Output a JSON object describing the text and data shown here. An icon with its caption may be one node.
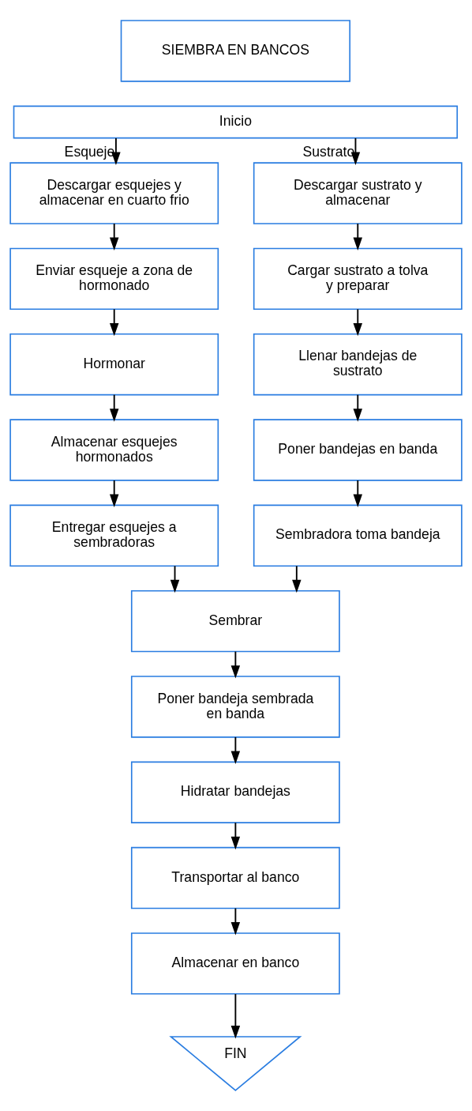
{
  "diagram": {
    "nodes": [
      {
        "text": [
          "SIEMBRA EN BANCOS"
        ]
      },
      {
        "text": [
          "Inicio"
        ]
      },
      {
        "text": [
          "Descargar esquejes y almacenar en cuarto frio"
        ]
      },
      {
        "text": [
          "Enviar esqueje a zona de hormonado"
        ]
      },
      {
        "text": [
          "Hormonar"
        ]
      },
      {
        "text": [
          "Almacenar esquejes hormonados"
        ]
      },
      {
        "text": [
          "Entregar esquejes a sembradoras"
        ]
      },
      {
        "text": [
          "Descargar sustrato y almacenar"
        ]
      },
      {
        "text": [
          "Cargar sustrato a tolva y preparar"
        ]
      },
      {
        "text": [
          "Llenar bandejas de sustrato"
        ]
      },
      {
        "text": [
          "Poner bandejas en banda"
        ]
      },
      {
        "text": [
          "Sembradora toma bandeja"
        ]
      },
      {
        "text": [
          "Sembrar"
        ]
      },
      {
        "text": [
          "Poner bandeja sembrada en banda"
        ]
      },
      {
        "text": [
          "Hidratar bandejas"
        ]
      },
      {
        "text": [
          "Transportar al banco"
        ]
      },
      {
        "text": [
          "Almacenar en banco"
        ]
      },
      {
        "text": [
          "FIN"
        ]
      }
    ],
    "edges": [
      {
        "from": 1,
        "to": 2,
        "arrow": "to",
        "label": "Esqueje"
      },
      {
        "from": 1,
        "to": 7,
        "arrow": "to",
        "label": "Sustrato"
      },
      {
        "from": 2,
        "to": 3,
        "arrow": "to"
      },
      {
        "from": 3,
        "to": 4,
        "arrow": "to"
      },
      {
        "from": 4,
        "to": 5,
        "arrow": "to"
      },
      {
        "from": 5,
        "to": 6,
        "arrow": "to"
      },
      {
        "from": 7,
        "to": 8,
        "arrow": "to"
      },
      {
        "from": 8,
        "to": 9,
        "arrow": "to"
      },
      {
        "from": 9,
        "to": 10,
        "arrow": "to"
      },
      {
        "from": 10,
        "to": 11,
        "arrow": "to"
      },
      {
        "from": 6,
        "to": 12,
        "arrow": "to"
      },
      {
        "from": 11,
        "to": 12,
        "arrow": "to"
      },
      {
        "from": 12,
        "to": 13,
        "arrow": "to"
      },
      {
        "from": 13,
        "to": 14,
        "arrow": "to"
      },
      {
        "from": 14,
        "to": 15,
        "arrow": "to"
      },
      {
        "from": 15,
        "to": 16,
        "arrow": "to"
      },
      {
        "from": 16,
        "to": 17,
        "arrow": "to"
      }
    ]
  }
}
